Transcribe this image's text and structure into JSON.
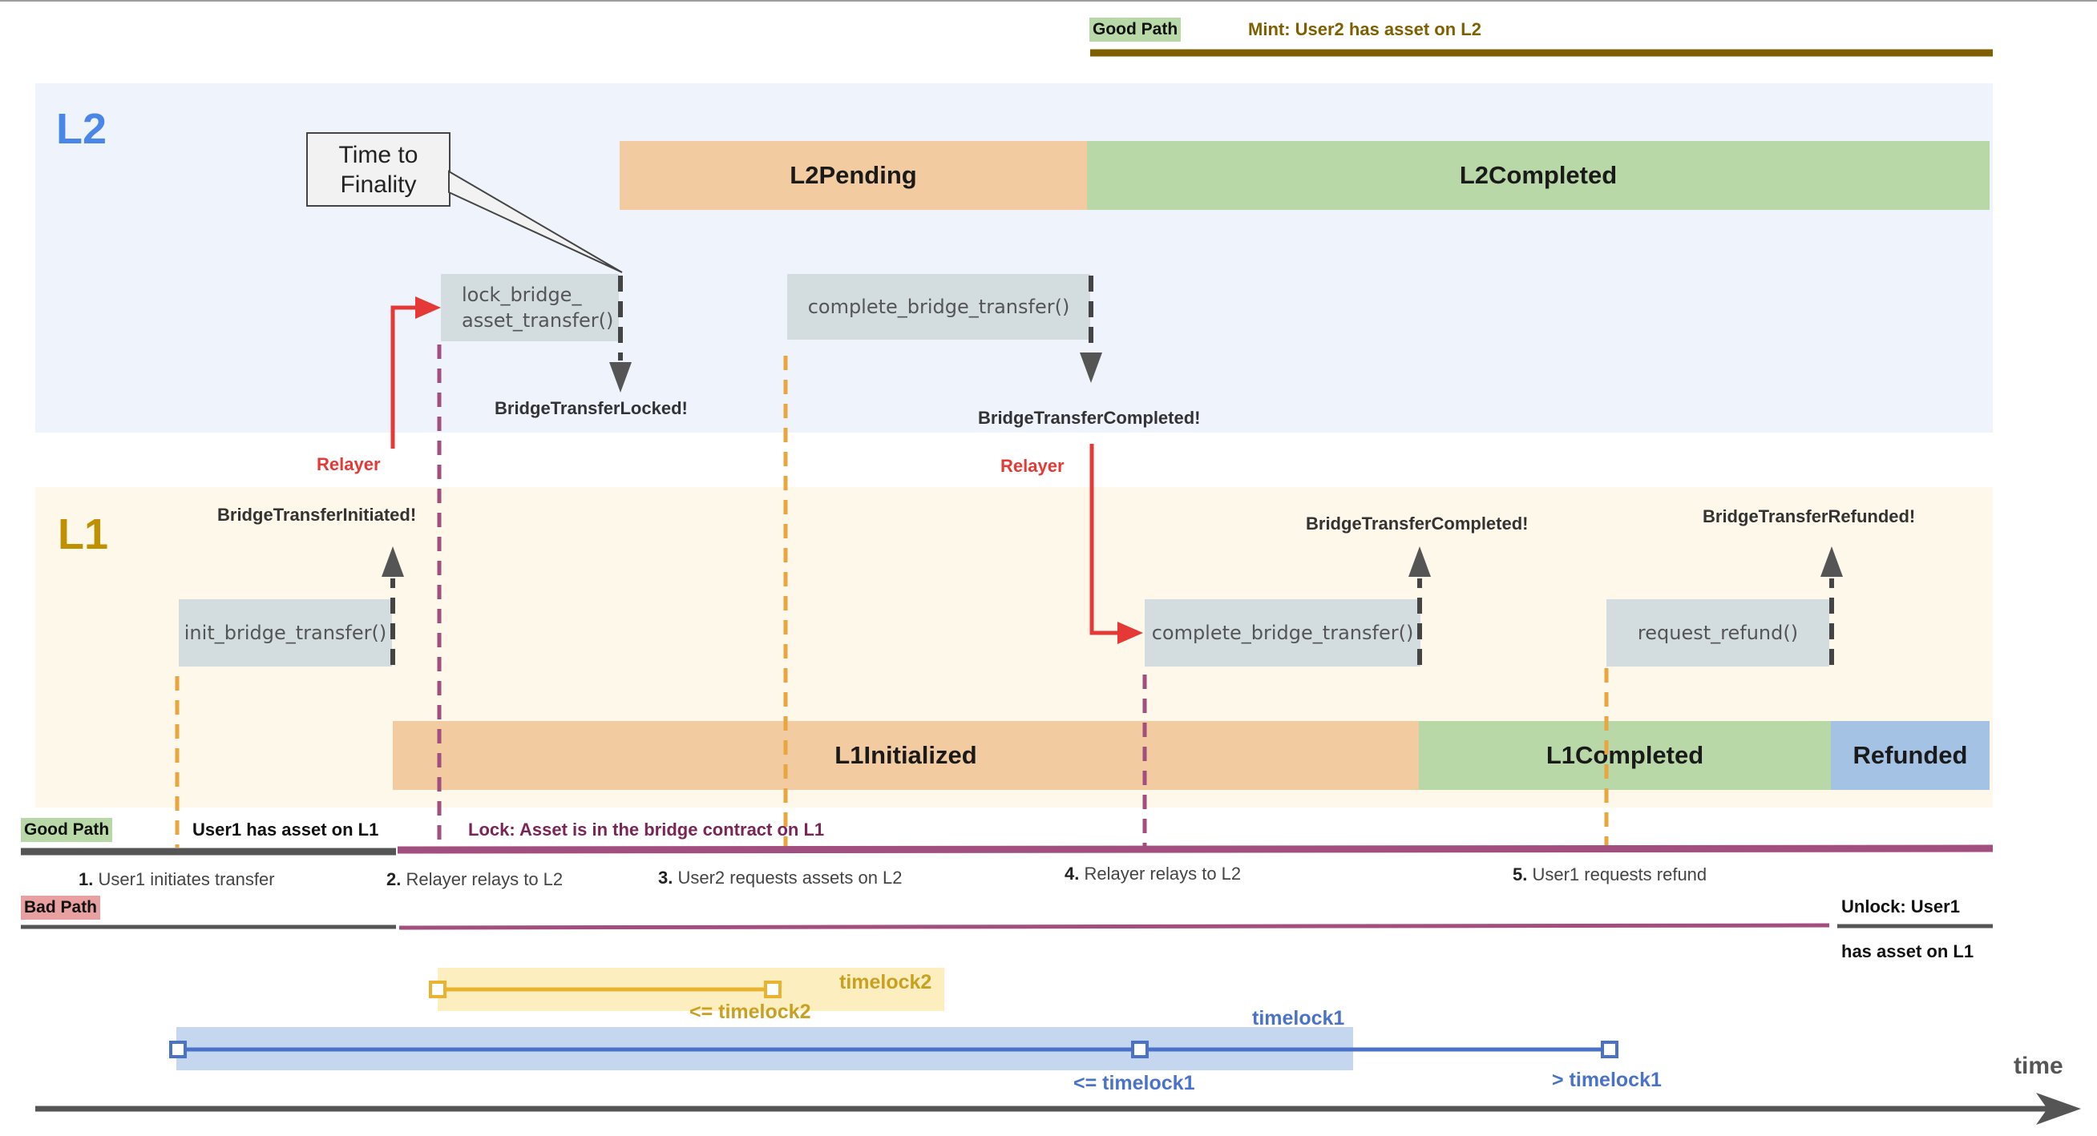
{
  "colors": {
    "l2_band": "#eef3fc",
    "l1_band": "#fdf8ea",
    "l2_label": "#4a86e8",
    "l1_label": "#bf9000",
    "pending": "#f2cca0",
    "completed": "#b9d8a8",
    "refunded": "#a4c2e4",
    "function_box": "#d3dde0",
    "relayer": "#e53935",
    "lock_line": "#a24e7e",
    "mint_line": "#7f6000",
    "timelock2": "#e8b430",
    "timelock1": "#4a72c8",
    "dash_orange": "#e9a53e",
    "dash_purple": "#a24e7e"
  },
  "layers": {
    "l2": "L2",
    "l1": "L1"
  },
  "states": {
    "l2_pending": "L2Pending",
    "l2_completed": "L2Completed",
    "l1_initialized": "L1Initialized",
    "l1_completed": "L1Completed",
    "refunded": "Refunded"
  },
  "functions": {
    "lock_bridge_line1": "lock_bridge_",
    "lock_bridge_line2": "asset_transfer()",
    "complete_l2": "complete_bridge_transfer()",
    "init_l1": "init_bridge_transfer()",
    "complete_l1": "complete_bridge_transfer()",
    "request_refund": "request_refund()"
  },
  "events": {
    "locked": "BridgeTransferLocked!",
    "completed_l2": "BridgeTransferCompleted!",
    "initiated": "BridgeTransferInitiated!",
    "completed_l1": "BridgeTransferCompleted!",
    "refunded": "BridgeTransferRefunded!"
  },
  "relayer": {
    "first": "Relayer",
    "second": "Relayer"
  },
  "callout": {
    "line1": "Time to",
    "line2": "Finality"
  },
  "paths": {
    "good_tag_top": "Good Path",
    "mint": "Mint: User2 has asset on L2",
    "good_tag_bottom": "Good Path",
    "user1_has_asset": "User1 has asset on L1",
    "lock": "Lock: Asset is in the bridge contract on L1",
    "bad_tag": "Bad Path",
    "unlock_line1": "Unlock: User1",
    "unlock_line2": "has asset on L1"
  },
  "steps": [
    {
      "num": "1.",
      "text": "User1 initiates transfer"
    },
    {
      "num": "2.",
      "text": "Relayer relays to L2"
    },
    {
      "num": "3.",
      "text": "User2 requests assets on L2"
    },
    {
      "num": "4.",
      "text": "Relayer relays to L2"
    },
    {
      "num": "5.",
      "text": "User1 requests refund"
    }
  ],
  "timelocks": {
    "timelock2": "timelock2",
    "lte_timelock2": "<= timelock2",
    "timelock1": "timelock1",
    "lte_timelock1": "<= timelock1",
    "gt_timelock1": "> timelock1"
  },
  "axis": {
    "label": "time"
  }
}
